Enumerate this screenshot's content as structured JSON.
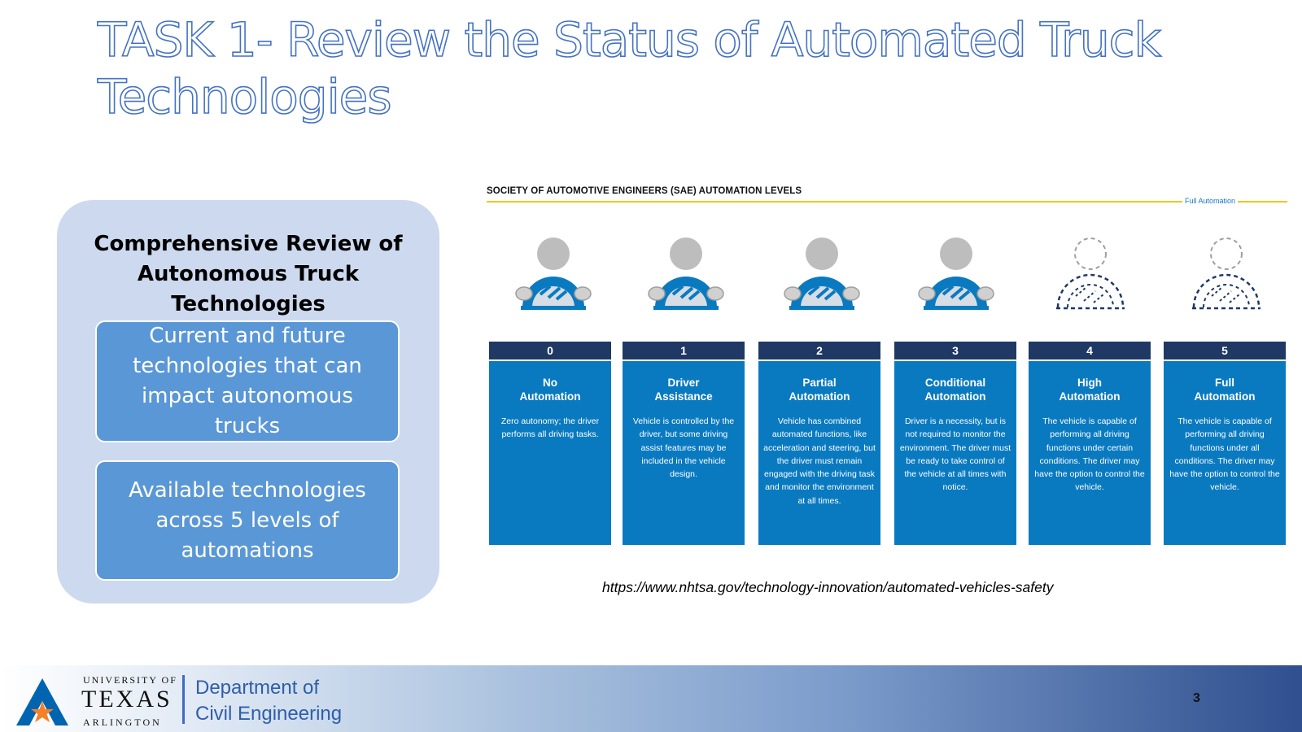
{
  "slide": {
    "title": "TASK 1- Review the Status of Automated Truck Technologies",
    "page_number": "3"
  },
  "review_panel": {
    "heading": "Comprehensive Review of Autonomous Truck Technologies",
    "boxes": [
      "Current and future technologies that can impact autonomous trucks",
      "Available technologies across 5 levels of automations"
    ]
  },
  "sae_figure": {
    "title": "SOCIETY OF AUTOMOTIVE ENGINEERS (SAE) AUTOMATION LEVELS",
    "full_automation_tag": "Full Automation",
    "levels": [
      {
        "number": "0",
        "name": "No\nAutomation",
        "description": "Zero autonomy; the driver performs all driving tasks.",
        "icon": "driver-solid-icon"
      },
      {
        "number": "1",
        "name": "Driver\nAssistance",
        "description": "Vehicle is controlled by the driver, but some driving assist features may be included in the vehicle design.",
        "icon": "driver-solid-icon"
      },
      {
        "number": "2",
        "name": "Partial\nAutomation",
        "description": "Vehicle has combined automated functions, like acceleration and steering, but the driver must remain engaged with the driving task and monitor the environment at all times.",
        "icon": "driver-solid-icon"
      },
      {
        "number": "3",
        "name": "Conditional\nAutomation",
        "description": "Driver is a necessity, but is not required to monitor the environment. The driver must be ready to take control of the vehicle at all times with notice.",
        "icon": "driver-solid-icon"
      },
      {
        "number": "4",
        "name": "High\nAutomation",
        "description": "The vehicle is capable of performing all driving functions under certain conditions. The driver may have the option to control the vehicle.",
        "icon": "driver-dashed-icon"
      },
      {
        "number": "5",
        "name": "Full\nAutomation",
        "description": "The vehicle is capable of performing all driving functions under all conditions. The driver may have the option to control the vehicle.",
        "icon": "driver-dashed-icon"
      }
    ],
    "source_url": "https://www.nhtsa.gov/technology-innovation/automated-vehicles-safety"
  },
  "footer": {
    "university_top": "UNIVERSITY OF",
    "university_main": "TEXAS",
    "university_bottom": "ARLINGTON",
    "department_line1": "Department of",
    "department_line2": "Civil Engineering"
  },
  "colors": {
    "title_outline": "#4472c4",
    "panel_bg": "#cdd9ee",
    "box_bg": "#5a97d6",
    "level_header": "#1f3864",
    "level_body": "#0a7ac0",
    "accent_line": "#f5c518",
    "uta_orange": "#f58025",
    "uta_blue": "#0064b1"
  }
}
